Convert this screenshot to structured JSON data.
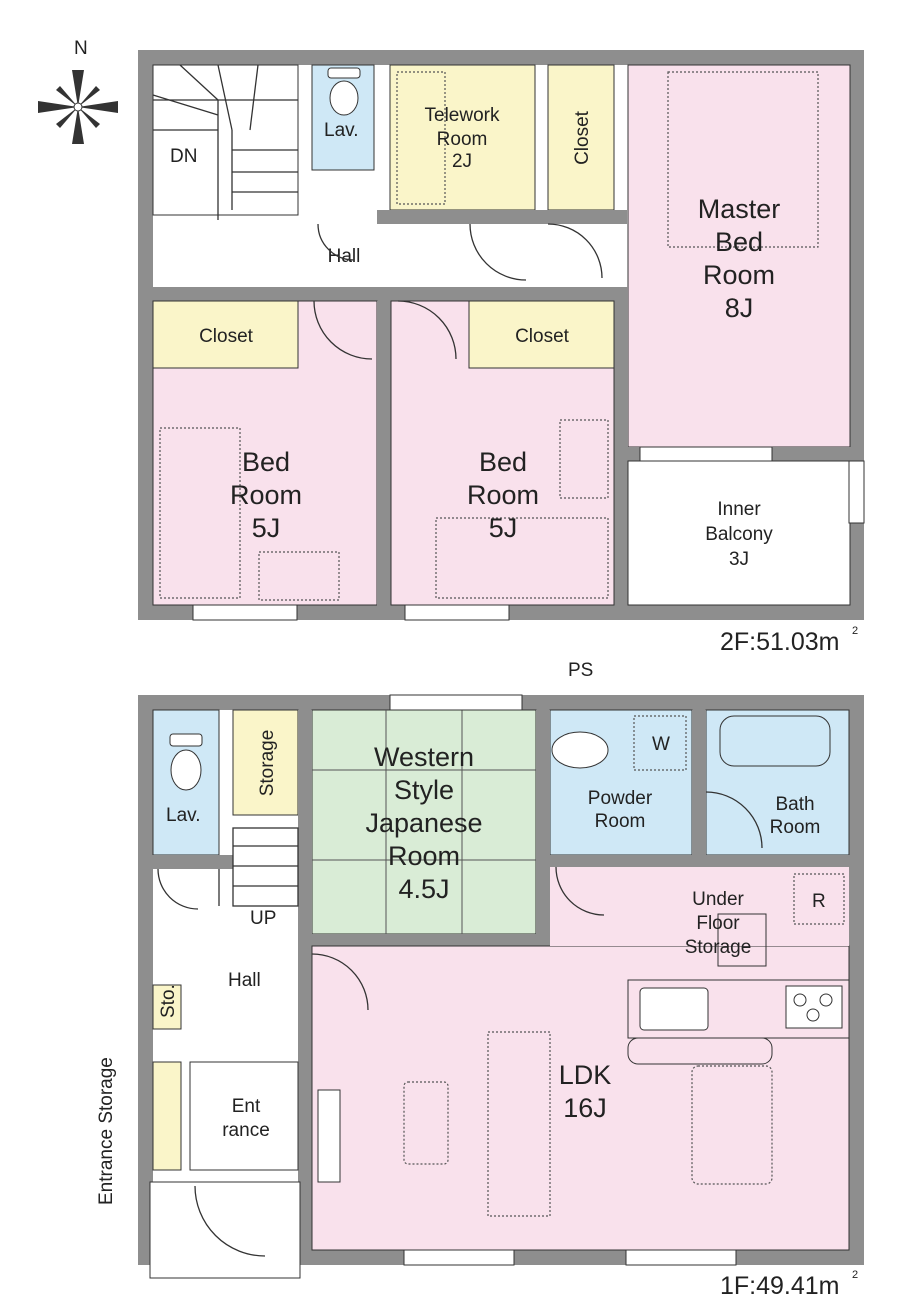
{
  "compass": {
    "label": "N"
  },
  "floor2": {
    "area_label": "2F:51.03m",
    "area_sup": "2",
    "stairs": "DN",
    "lav": "Lav.",
    "telework": [
      "Telework",
      "Room",
      "2J"
    ],
    "closet_top": "Closet",
    "hall": "Hall",
    "master": [
      "Master",
      "Bed",
      "Room",
      "8J"
    ],
    "closet_left": "Closet",
    "closet_mid": "Closet",
    "bed_left": [
      "Bed",
      "Room",
      "5J"
    ],
    "bed_mid": [
      "Bed",
      "Room",
      "5J"
    ],
    "balcony": [
      "Inner",
      "Balcony",
      "3J"
    ]
  },
  "floor1": {
    "area_label": "1F:49.41m",
    "area_sup": "2",
    "ps": "PS",
    "lav": "Lav.",
    "storage": "Storage",
    "western": [
      "Western",
      "Style",
      "Japanese",
      "Room",
      "4.5J"
    ],
    "powder": [
      "Powder",
      "Room"
    ],
    "washer": "W",
    "bath": [
      "Bath",
      "Room"
    ],
    "stairs": "UP",
    "hall": "Hall",
    "under_floor": [
      "Under",
      "Floor",
      "Storage"
    ],
    "fridge": "R",
    "sto": "Sto.",
    "entrance": [
      "Ent",
      "rance"
    ],
    "ldk": [
      "LDK",
      "16J"
    ],
    "entrance_storage": "Entrance Storage"
  },
  "colors": {
    "wall": "#8e8e8e",
    "bedroom": "#f9e1ec",
    "closet": "#faf5c9",
    "wet": "#cfe8f6",
    "tatami": "#d9ecd6",
    "floor": "#ffffff"
  }
}
